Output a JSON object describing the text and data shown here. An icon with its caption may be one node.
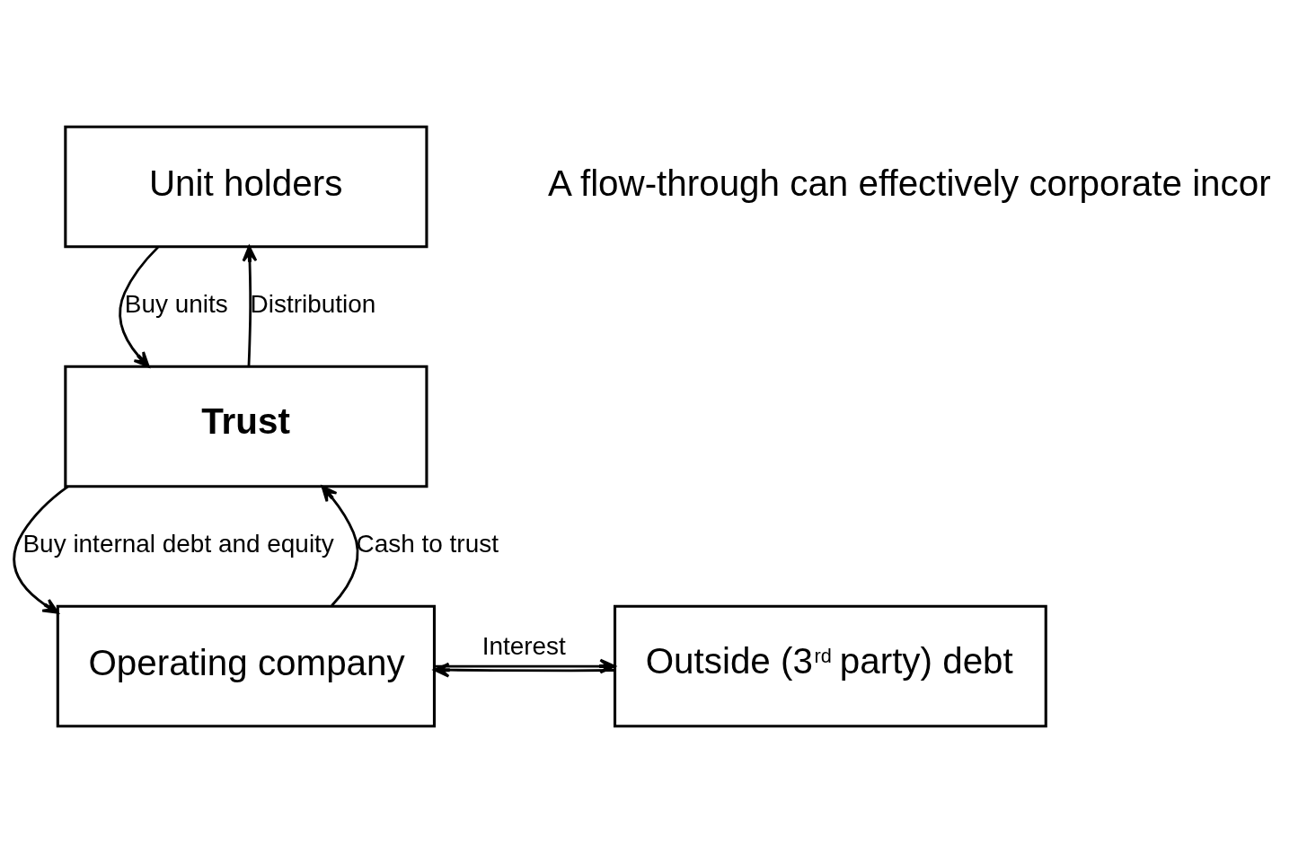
{
  "diagram": {
    "nodes": [
      {
        "text": [
          "Unit holders"
        ]
      },
      {
        "text": [
          "Trust"
        ]
      },
      {
        "text": [
          "Operating company"
        ]
      },
      {
        "text": [
          "Outside (3$^{rd}$ party) debt"
        ]
      }
    ],
    "edges": [
      {
        "from": 1,
        "to": 0,
        "arrow": "to",
        "label": "Distribution"
      },
      {
        "from": 0,
        "to": 1,
        "arrow": "to",
        "label": "Buy units"
      },
      {
        "from": 2,
        "to": 1,
        "arrow": "to",
        "label": "Cash to trust"
      },
      {
        "from": 1,
        "to": 2,
        "arrow": "to",
        "label": "Buy internal debt and equity"
      },
      {
        "from": 3,
        "to": 2,
        "arrow": "to"
      },
      {
        "from": 2,
        "to": 3,
        "arrow": "to",
        "label": "Interest"
      }
    ],
    "labels": [
      "A flow-through can effectively corporate incor"
    ]
  }
}
